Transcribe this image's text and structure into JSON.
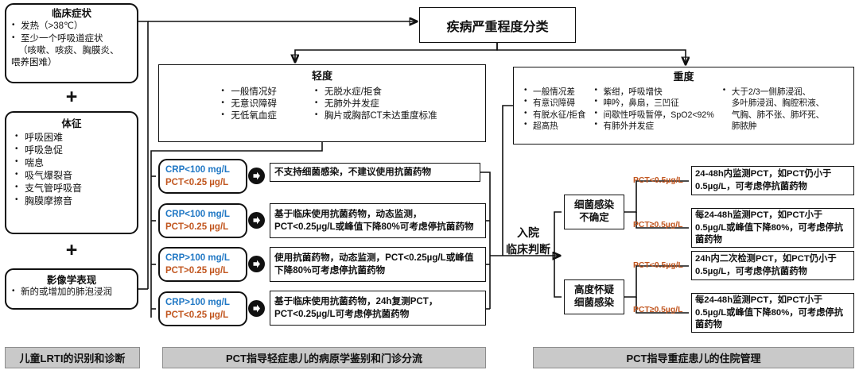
{
  "diagram": {
    "title_banners": [
      {
        "id": "identification",
        "label": "儿童LRTI的识别和诊断"
      },
      {
        "id": "outpatient",
        "label": "PCT指导轻症患儿的病原学鉴别和门诊分流"
      },
      {
        "id": "inpatient",
        "label": "PCT指导重症患儿的住院管理"
      }
    ],
    "colors": {
      "crp_blue": "#1f77c4",
      "pct_orange": "#c1561f",
      "banner_gray": "#c9c9c9",
      "line_black": "#111111"
    }
  },
  "left_column": {
    "clinical_symptoms": {
      "title": "临床症状",
      "bullets": [
        "发热（>38℃）",
        "至少一个呼吸道症状"
      ],
      "continuation": [
        "（咳嗽、咳痰、胸膜炎、",
        "喂养困难）"
      ]
    },
    "plus_sign": "+",
    "signs": {
      "title": "体征",
      "bullets": [
        "呼吸困难",
        "呼吸急促",
        "喘息",
        "吸气爆裂音",
        "支气管呼吸音",
        "胸膜摩擦音"
      ]
    },
    "imaging": {
      "title": "影像学表现",
      "bullets": [
        "新的或增加的肺泡浸润"
      ]
    }
  },
  "severity": {
    "header": "疾病严重程度分类",
    "mild": {
      "title": "轻度",
      "column1": [
        "一般情况好",
        "无意识障碍",
        "无低氧血症"
      ],
      "column2": [
        "无脱水症/拒食",
        "无肺外并发症",
        "胸片或胸部CT未达重度标准"
      ]
    },
    "severe": {
      "title": "重度",
      "column1": [
        "一般情况差",
        "有意识障碍",
        "有脱水征/拒食",
        "超高热"
      ],
      "column2": [
        "紫绀，呼吸增快",
        "呻吟，鼻扇，三凹征",
        "间歇性呼吸暂停，SpO2<92%",
        "有肺外并发症"
      ],
      "column3_bullet": "大于2/3一侧肺浸润、",
      "column3_rest": [
        "多叶肺浸润、胸腔积液、",
        "气胸、肺不张、肺坏死、",
        "肺脓肿"
      ]
    }
  },
  "outpatient_rules": [
    {
      "crp": "CRP<100 mg/L",
      "pct": "PCT<0.25 µg/L",
      "recommendation": "不支持细菌感染，不建议使用抗菌药物"
    },
    {
      "crp": "CRP<100 mg/L",
      "pct": "PCT>0.25 µg/L",
      "recommendation": "基于临床使用抗菌药物，动态监测，PCT<0.25µg/L或峰值下降80%可考虑停抗菌药物"
    },
    {
      "crp": "CRP>100 mg/L",
      "pct": "PCT>0.25 µg/L",
      "recommendation": "使用抗菌药物，动态监测，PCT<0.25µg/L或峰值下降80%可考虑停抗菌药物"
    },
    {
      "crp": "CRP>100 mg/L",
      "pct": "PCT<0.25 µg/L",
      "recommendation": "基于临床使用抗菌药物，24h复测PCT，PCT<0.25µg/L可考虑停抗菌药物"
    }
  ],
  "admission": {
    "line1": "入院",
    "line2": "临床判断"
  },
  "inpatient": {
    "nodes": [
      {
        "id": "uncertain",
        "label_line1": "细菌感染",
        "label_line2": "不确定"
      },
      {
        "id": "suspected",
        "label_line1": "高度怀疑",
        "label_line2": "细菌感染"
      }
    ],
    "branches": [
      {
        "node": "uncertain",
        "pct_label": "PCT<0.5µg/L",
        "recommendation": "24-48h内监测PCT，如PCT仍小于0.5µg/L，可考虑停抗菌药物"
      },
      {
        "node": "uncertain",
        "pct_label": "PCT≥0.5µg/L",
        "recommendation": "每24-48h监测PCT，如PCT小于0.5µg/L或峰值下降80%，可考虑停抗菌药物"
      },
      {
        "node": "suspected",
        "pct_label": "PCT<0.5µg/L",
        "recommendation": "24h内二次检测PCT，如PCT仍小于0.5µg/L，可考虑停抗菌药物"
      },
      {
        "node": "suspected",
        "pct_label": "PCT≥0.5µg/L",
        "recommendation": "每24-48h监测PCT，如PCT小于0.5µg/L或峰值下降80%，可考虑停抗菌药物"
      }
    ]
  }
}
